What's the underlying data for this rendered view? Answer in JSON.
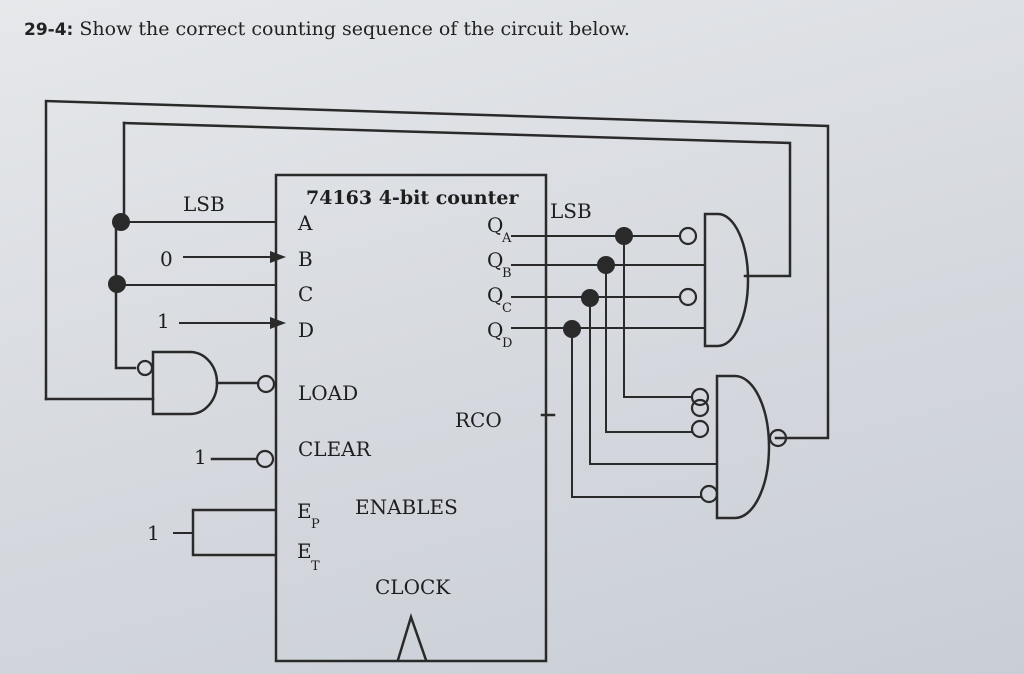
{
  "problem": {
    "number": "29-4:",
    "text": "Show the correct counting sequence of the circuit below."
  },
  "counter": {
    "title": "74163 4-bit counter",
    "inputs": [
      "A",
      "B",
      "C",
      "D"
    ],
    "output_letter": "Q",
    "output_subscripts": [
      "A",
      "B",
      "C",
      "D"
    ],
    "load": "LOAD",
    "clear": "CLEAR",
    "rco": "RCO",
    "enable_letter": "E",
    "enable_subscripts": [
      "P",
      "T"
    ],
    "enables": "ENABLES",
    "clock": "CLOCK"
  },
  "labels": {
    "lsb_left": "LSB",
    "lsb_right": "LSB",
    "input_b_value": "0",
    "input_d_value": "1",
    "clear_value": "1",
    "enable_value": "1"
  },
  "colors": {
    "ink": "#2a2a2a",
    "paper": "#dfe2e6"
  }
}
